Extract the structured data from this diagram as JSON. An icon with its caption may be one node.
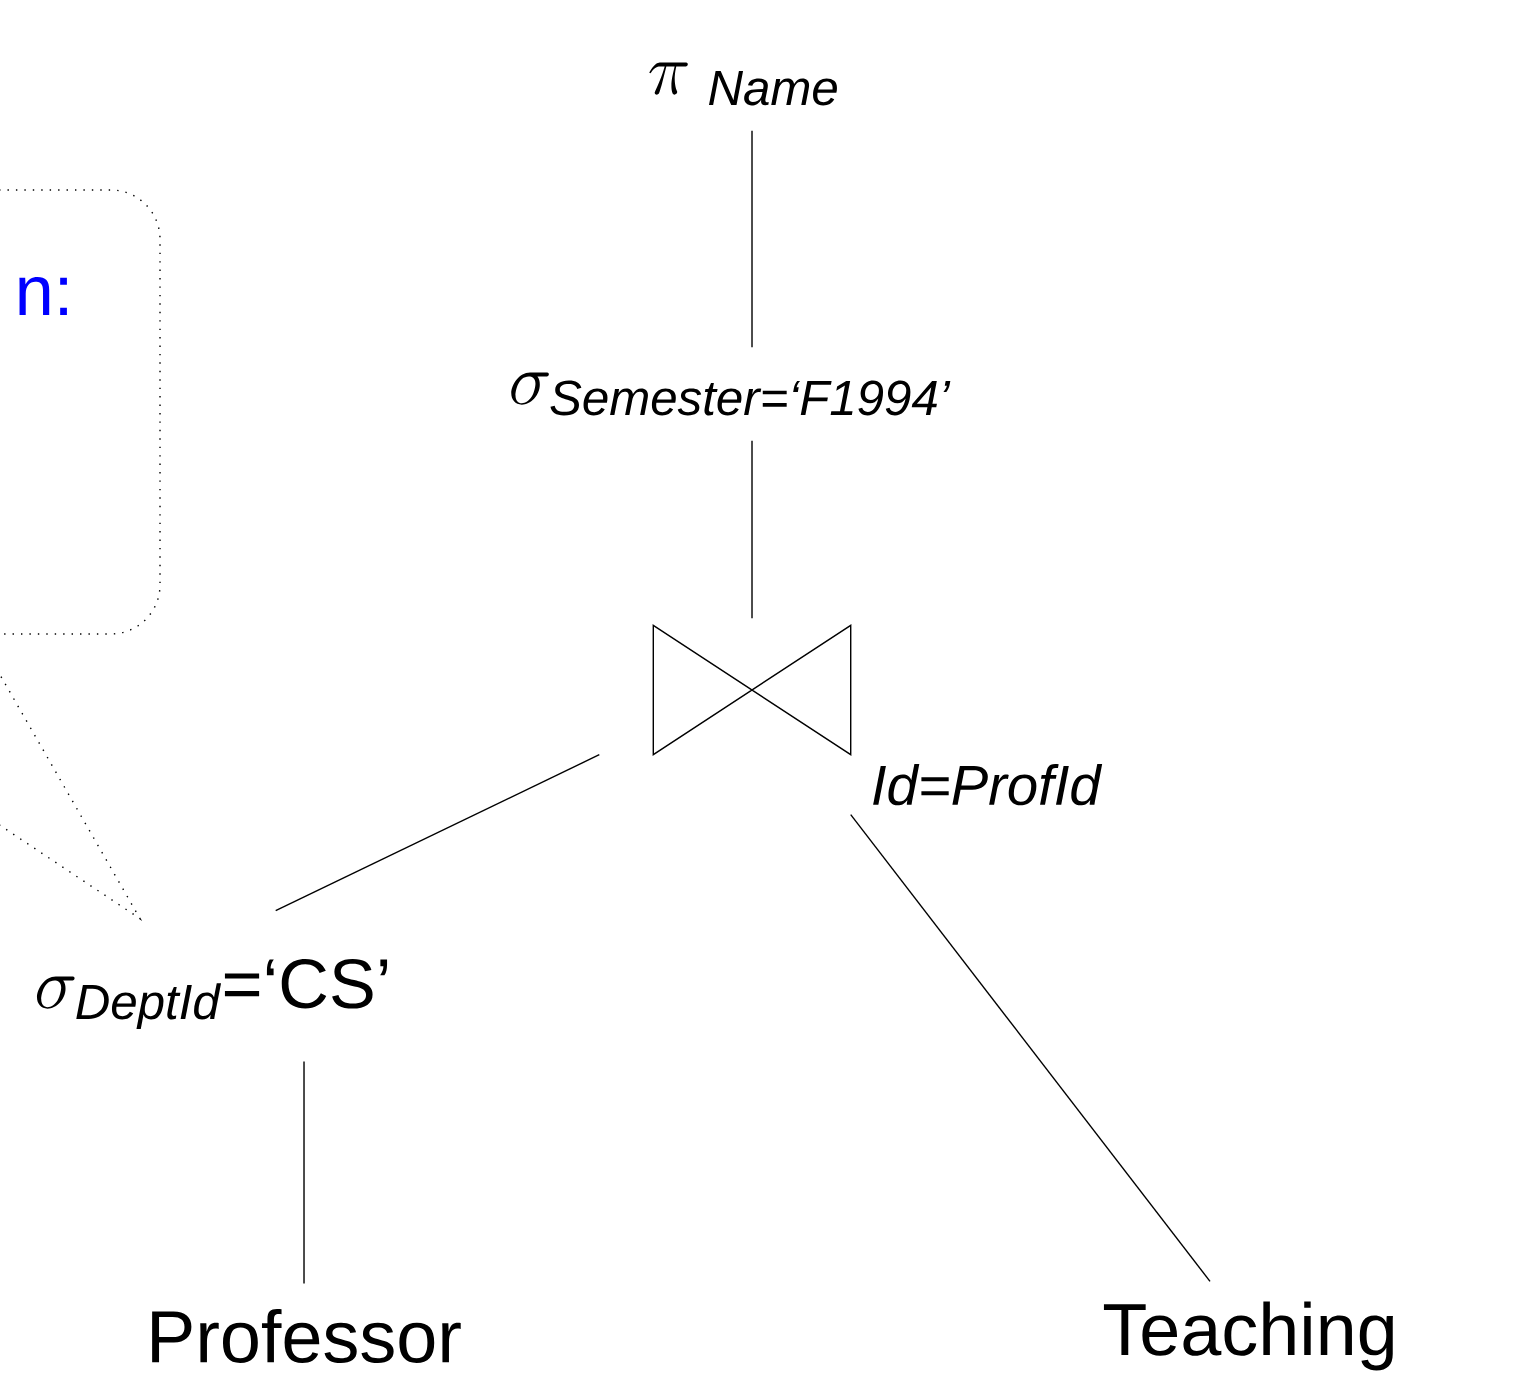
{
  "diagram": {
    "nodes": [
      {
        "text": [
          "n:"
        ]
      },
      {
        "text": [
          "\\pi_{\\ \\textit{Name}}"
        ]
      },
      {
        "text": [
          "\\sigma_{\\textit{Semester=‘F1994’}}"
        ]
      },
      {
        "text": [],
        "shape": "bowtie",
        "beside": [
          "Id=ProfId"
        ]
      },
      {
        "text": [
          "\\sigma_{\\textit{DeptId}}\\text{=‘CS’}"
        ]
      },
      {
        "text": [
          "Professor"
        ]
      },
      {
        "text": [
          "Teaching"
        ]
      }
    ],
    "edges": [
      {
        "from": 1,
        "to": 2,
        "arrow": "none"
      },
      {
        "from": 2,
        "to": 3,
        "arrow": "none"
      },
      {
        "from": 3,
        "to": 4,
        "arrow": "none"
      },
      {
        "from": 3,
        "to": 6,
        "arrow": "none"
      },
      {
        "from": 4,
        "to": 5,
        "arrow": "none"
      },
      {
        "from": 0,
        "to": 4,
        "arrow": "none",
        "style": "dashed"
      }
    ]
  }
}
